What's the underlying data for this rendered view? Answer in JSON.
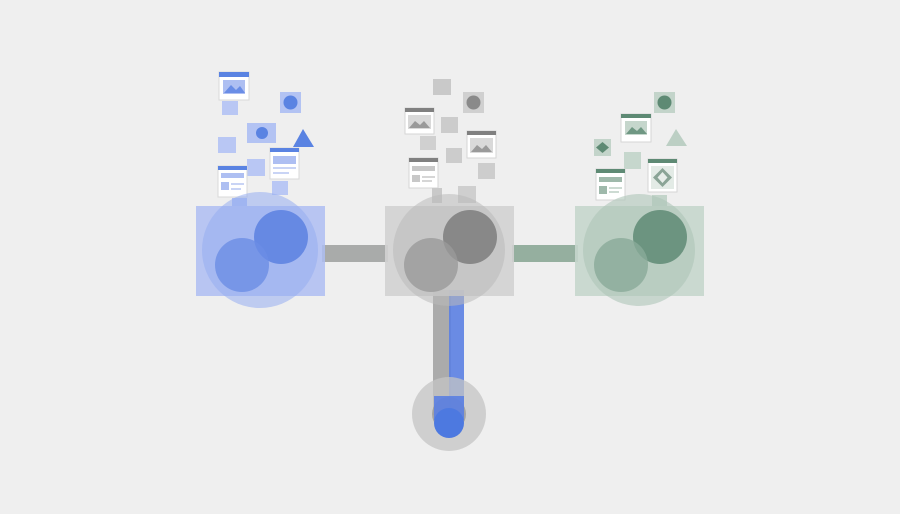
{
  "theme": {
    "background": "#efefef",
    "blue": "#4d79e0",
    "blue_light": "#aebdf2",
    "grey": "#7f7f7f",
    "grey_light": "#c9c9c9",
    "green": "#5e8a74",
    "green_light": "#b9cfc2",
    "connector": "#a8aaa9",
    "connector_green": "#93ad9f"
  },
  "clusters": [
    {
      "name": "blue",
      "accent": "#4d79e0",
      "card": "#aebdf2"
    },
    {
      "name": "grey",
      "accent": "#7f7f7f",
      "card": "#d3d3d3"
    },
    {
      "name": "green",
      "accent": "#5e8a74",
      "card": "#c5d6cc"
    }
  ],
  "output_node": {
    "accent": "#4d79e0",
    "ring": "#c6c6c6"
  }
}
